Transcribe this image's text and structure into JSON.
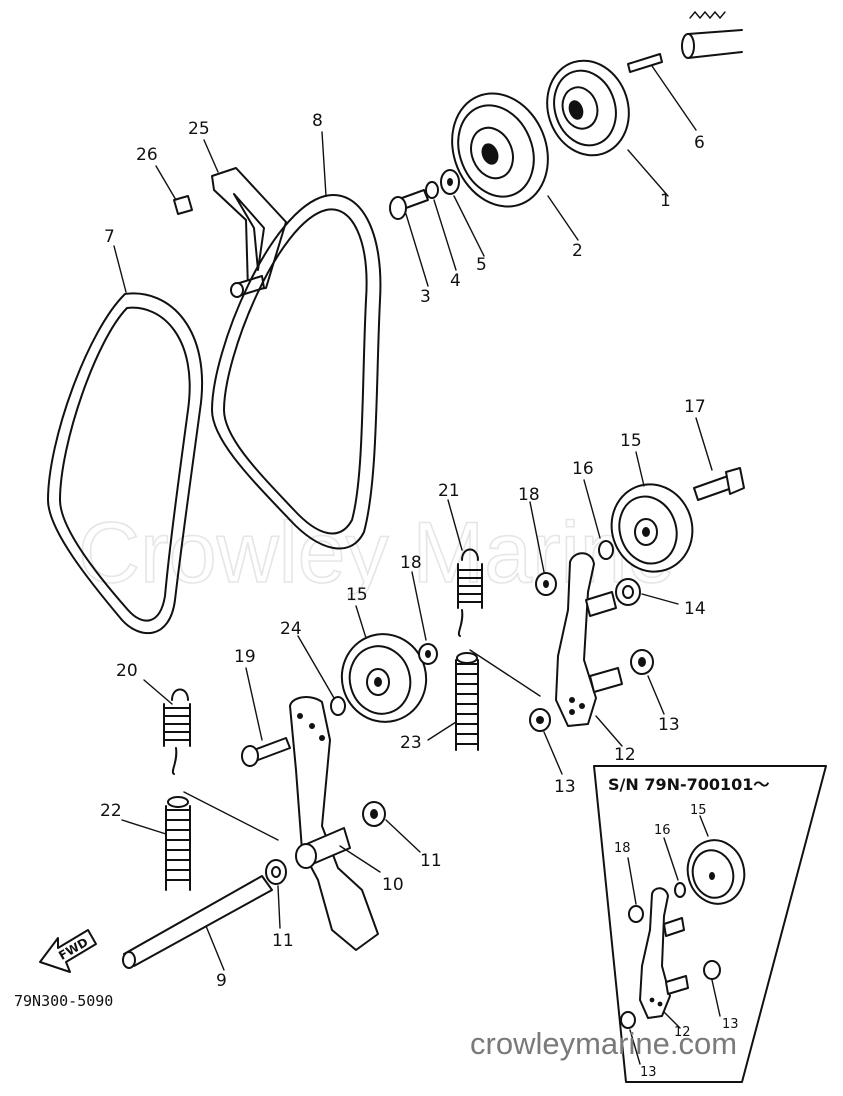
{
  "watermark_text": "Crowley Marine",
  "site_label": "crowleymarine.com",
  "diagram_code": "79N300-5090",
  "inset_title": "S/N 79N-700101～",
  "direction_label": "FWD",
  "callouts": {
    "c1": "1",
    "c2": "2",
    "c3": "3",
    "c4": "4",
    "c5": "5",
    "c6": "6",
    "c7": "7",
    "c8": "8",
    "c9": "9",
    "c10": "10",
    "c11a": "11",
    "c11b": "11",
    "c12": "12",
    "c13a": "13",
    "c13b": "13",
    "c14": "14",
    "c15a": "15",
    "c15b": "15",
    "c16": "16",
    "c17": "17",
    "c18a": "18",
    "c18b": "18",
    "c19": "19",
    "c20": "20",
    "c21": "21",
    "c22": "22",
    "c23": "23",
    "c24": "24",
    "c25": "25",
    "c26": "26"
  },
  "inset_callouts": {
    "i15": "15",
    "i16": "16",
    "i18": "18",
    "i12": "12",
    "i13a": "13",
    "i13b": "13"
  }
}
